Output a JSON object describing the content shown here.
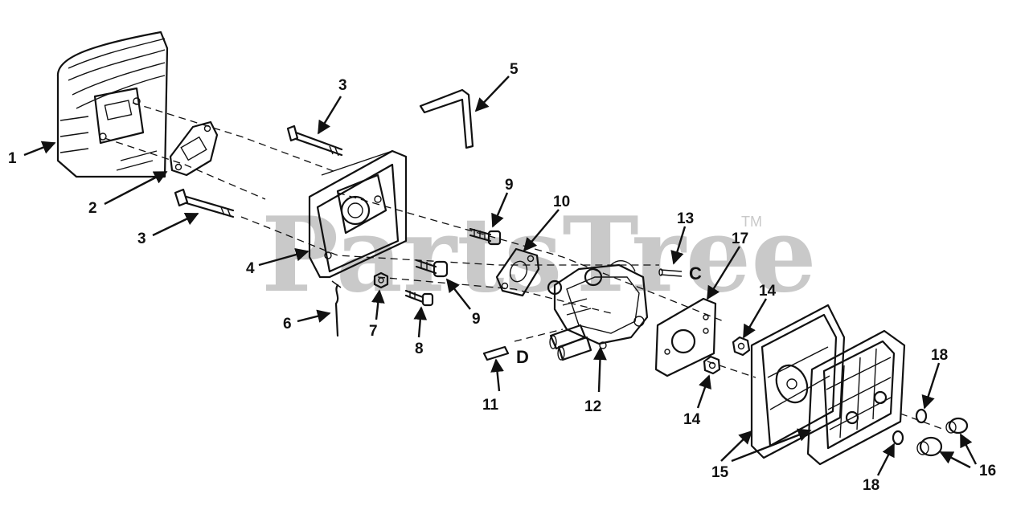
{
  "watermark": {
    "text": "PartsTree",
    "trademark": "TM"
  },
  "refs": {
    "c": "C",
    "d": "D"
  },
  "callouts": {
    "c1": "1",
    "c2": "2",
    "c3a": "3",
    "c3b": "3",
    "c4": "4",
    "c5": "5",
    "c6": "6",
    "c7": "7",
    "c8": "8",
    "c9a": "9",
    "c9b": "9",
    "c10": "10",
    "c11": "11",
    "c12": "12",
    "c13": "13",
    "c14a": "14",
    "c14b": "14",
    "c15": "15",
    "c16": "16",
    "c17": "17",
    "c18a": "18",
    "c18b": "18"
  }
}
